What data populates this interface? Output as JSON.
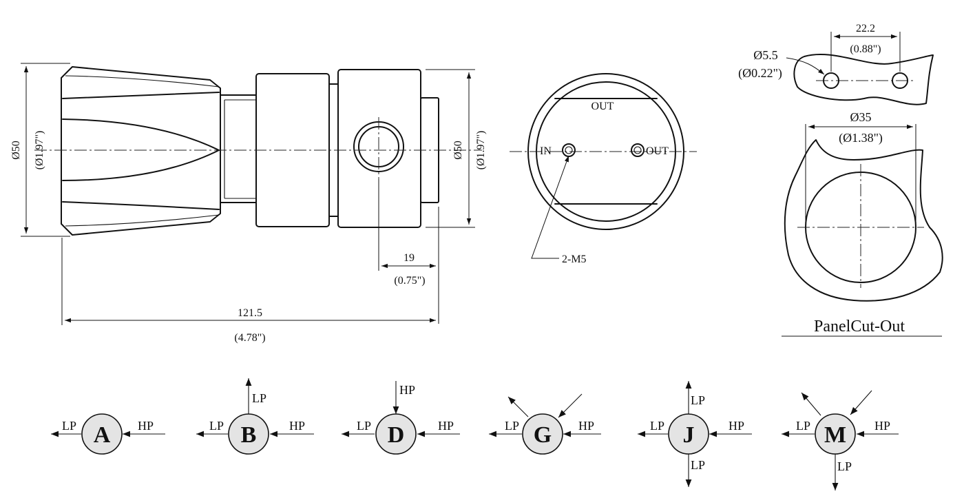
{
  "side_view": {
    "body_diameter": "Ø50",
    "body_diameter_in": "(Ø1.97\")",
    "port_diameter": "Ø50",
    "port_diameter_in": "(Ø1.97\")",
    "port_offset": "19",
    "port_offset_in": "(0.75\")",
    "overall_length": "121.5",
    "overall_length_in": "(4.78\")"
  },
  "end_view": {
    "out_top": "OUT",
    "in_label": "IN",
    "out_right": "OUT",
    "thread": "2-M5"
  },
  "panel_cutout": {
    "hole_spacing": "22.2",
    "hole_spacing_in": "(0.88\")",
    "hole_diameter": "Ø5.5",
    "hole_diameter_in": "(Ø0.22\")",
    "cutout_diameter": "Ø35",
    "cutout_diameter_in": "(Ø1.38\")",
    "caption": "PanelCut-Out"
  },
  "port_configs": [
    {
      "code": "A",
      "left": "LP",
      "right": "HP"
    },
    {
      "code": "B",
      "left": "LP",
      "right": "HP",
      "top": "LP"
    },
    {
      "code": "D",
      "left": "LP",
      "right": "HP",
      "top": "HP"
    },
    {
      "code": "G",
      "left": "LP",
      "right": "HP"
    },
    {
      "code": "J",
      "left": "LP",
      "right": "HP",
      "top": "LP",
      "bottom": "LP"
    },
    {
      "code": "M",
      "left": "LP",
      "right": "HP",
      "bottom": "LP"
    }
  ]
}
